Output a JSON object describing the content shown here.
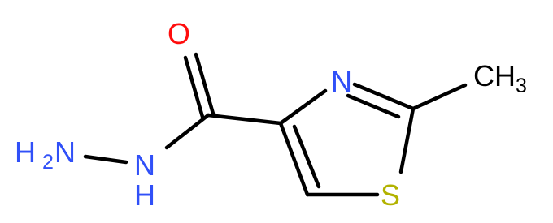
{
  "molecule": {
    "atoms": {
      "oxygen": {
        "symbol": "O",
        "color": "#ff0d0d"
      },
      "ring_nitrogen": {
        "symbol": "N",
        "color": "#3050f8"
      },
      "sulfur": {
        "symbol": "S",
        "color": "#b2b200"
      },
      "amide_nitrogen": {
        "symbol": "N",
        "hydrogen": "H",
        "color": "#3050f8"
      },
      "amine": {
        "symbol": "H",
        "subscript": "2",
        "element": "N",
        "color": "#3050f8"
      },
      "methyl": {
        "symbol": "CH",
        "subscript": "3",
        "color": "#000000"
      }
    },
    "bond_color": "#000000"
  }
}
